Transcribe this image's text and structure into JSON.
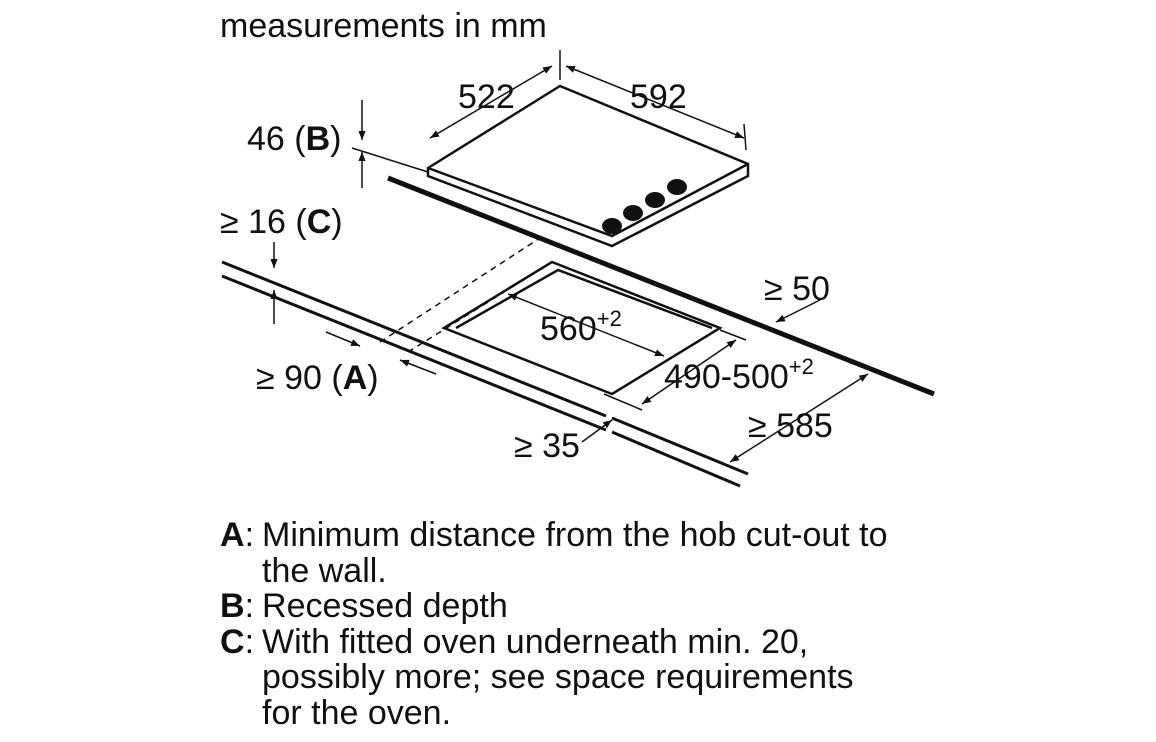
{
  "header": {
    "title": "measurements in mm"
  },
  "dimensions": {
    "hob_depth": "522",
    "hob_width": "592",
    "recess_value": "46 (",
    "recess_key": "B",
    "recess_close": ")",
    "worktop_value": "≥ 16 (",
    "worktop_key": "C",
    "worktop_close": ")",
    "wall_value": "≥ 90 (",
    "wall_key": "A",
    "wall_close": ")",
    "cutout_width_base": "560",
    "cutout_width_sup": "+2",
    "cutout_depth_base": "490-500",
    "cutout_depth_sup": "+2",
    "back_min": "≥ 50",
    "worktop_depth": "≥ 585",
    "front_min": "≥ 35"
  },
  "legend": [
    {
      "key": "A",
      "text": "Minimum distance from the hob cut-out to the wall."
    },
    {
      "key": "B",
      "text": "Recessed depth"
    },
    {
      "key": "C",
      "text": "With fitted oven underneath min. 20, possibly more; see space requirements for the oven."
    }
  ],
  "colors": {
    "line": "#111111",
    "background": "#ffffff"
  }
}
